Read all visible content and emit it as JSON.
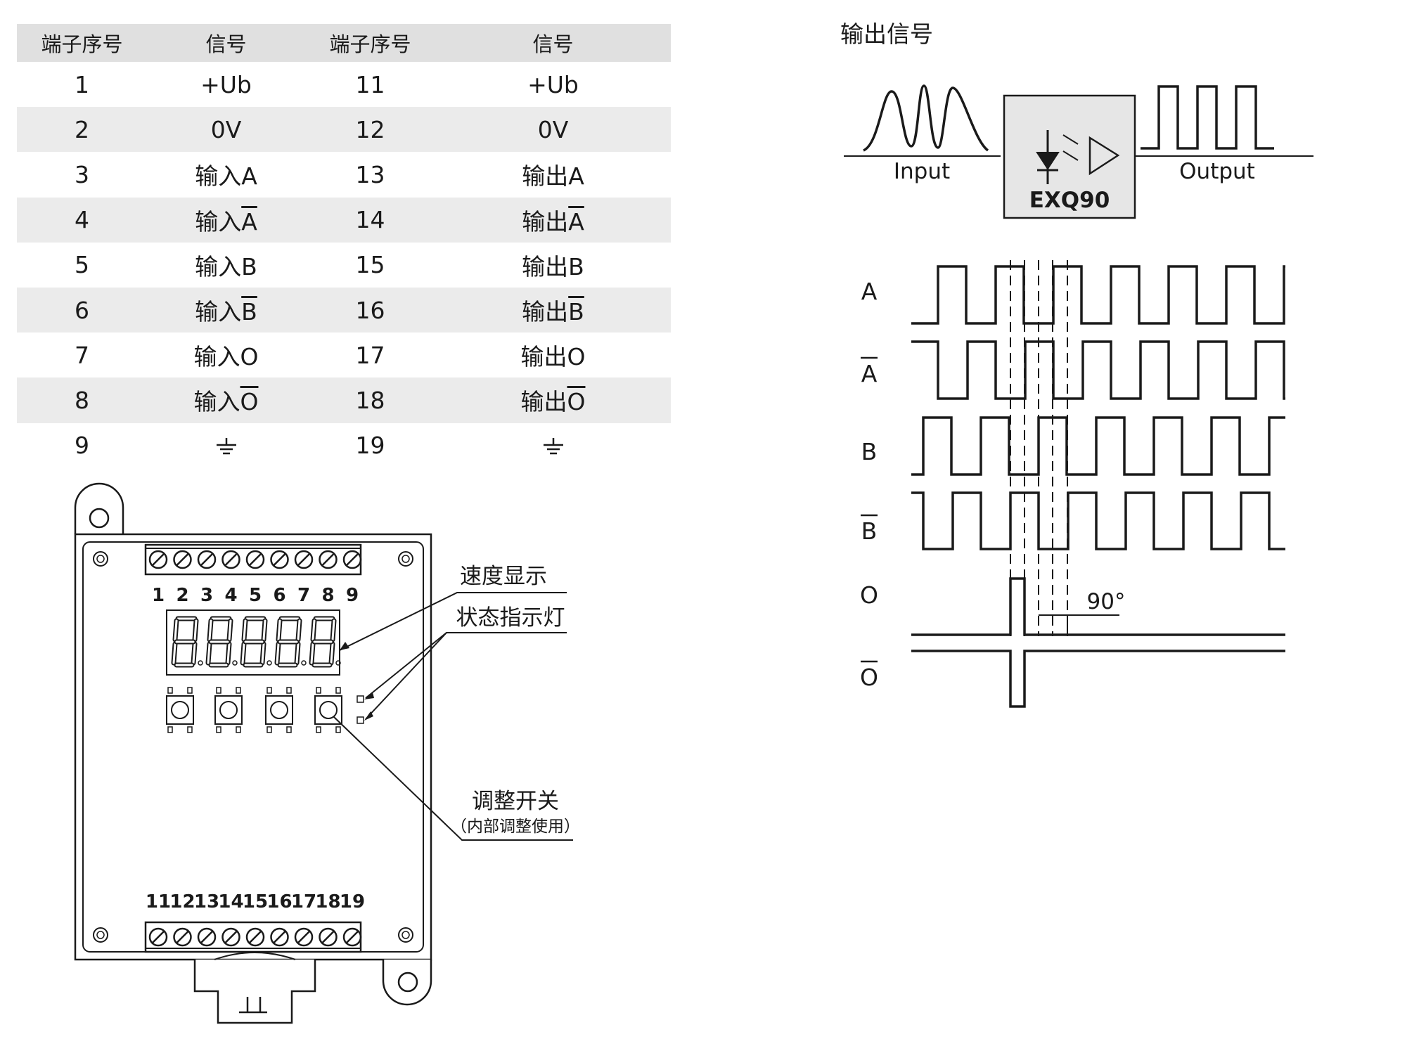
{
  "table": {
    "headers": [
      "端子序号",
      "信号",
      "端子序号",
      "信号"
    ],
    "rows": [
      {
        "pin_a": "1",
        "sig_a": "+Ub",
        "pin_b": "11",
        "sig_b": "+Ub"
      },
      {
        "pin_a": "2",
        "sig_a": "0V",
        "pin_b": "12",
        "sig_b": "0V"
      },
      {
        "pin_a": "3",
        "sig_a": "输入A",
        "pin_b": "13",
        "sig_b": "输出A"
      },
      {
        "pin_a": "4",
        "sig_a_prefix": "输入",
        "sig_a_bar": "A",
        "pin_b": "14",
        "sig_b_prefix": "输出",
        "sig_b_bar": "A"
      },
      {
        "pin_a": "5",
        "sig_a": "输入B",
        "pin_b": "15",
        "sig_b": "输出B"
      },
      {
        "pin_a": "6",
        "sig_a_prefix": "输入",
        "sig_a_bar": "B",
        "pin_b": "16",
        "sig_b_prefix": "输出",
        "sig_b_bar": "B"
      },
      {
        "pin_a": "7",
        "sig_a": "输入O",
        "pin_b": "17",
        "sig_b": "输出O"
      },
      {
        "pin_a": "8",
        "sig_a_prefix": "输入",
        "sig_a_bar": "O",
        "pin_b": "18",
        "sig_b_prefix": "输出",
        "sig_b_bar": "O"
      },
      {
        "pin_a": "9",
        "sig_a_icon": "ground-icon",
        "pin_b": "19",
        "sig_b_icon": "ground-icon"
      }
    ]
  },
  "device": {
    "top_terminals": [
      "1",
      "2",
      "3",
      "4",
      "5",
      "6",
      "7",
      "8",
      "9"
    ],
    "bottom_terminals": [
      "11",
      "12",
      "13",
      "14",
      "15",
      "16",
      "17",
      "18",
      "19"
    ],
    "callouts": {
      "speed_display": "速度显示",
      "status_led": "状态指示灯",
      "adjust_switch": "调整开关",
      "adjust_note": "（内部调整使用）"
    }
  },
  "output_signal": {
    "title": "输出信号",
    "input_label": "Input",
    "output_label": "Output",
    "module_name": "EXQ90"
  },
  "timing": {
    "channels": [
      "A",
      "A",
      "B",
      "B",
      "O",
      "O"
    ],
    "inverted": [
      false,
      true,
      false,
      true,
      false,
      true
    ],
    "phase_label": "90°"
  }
}
